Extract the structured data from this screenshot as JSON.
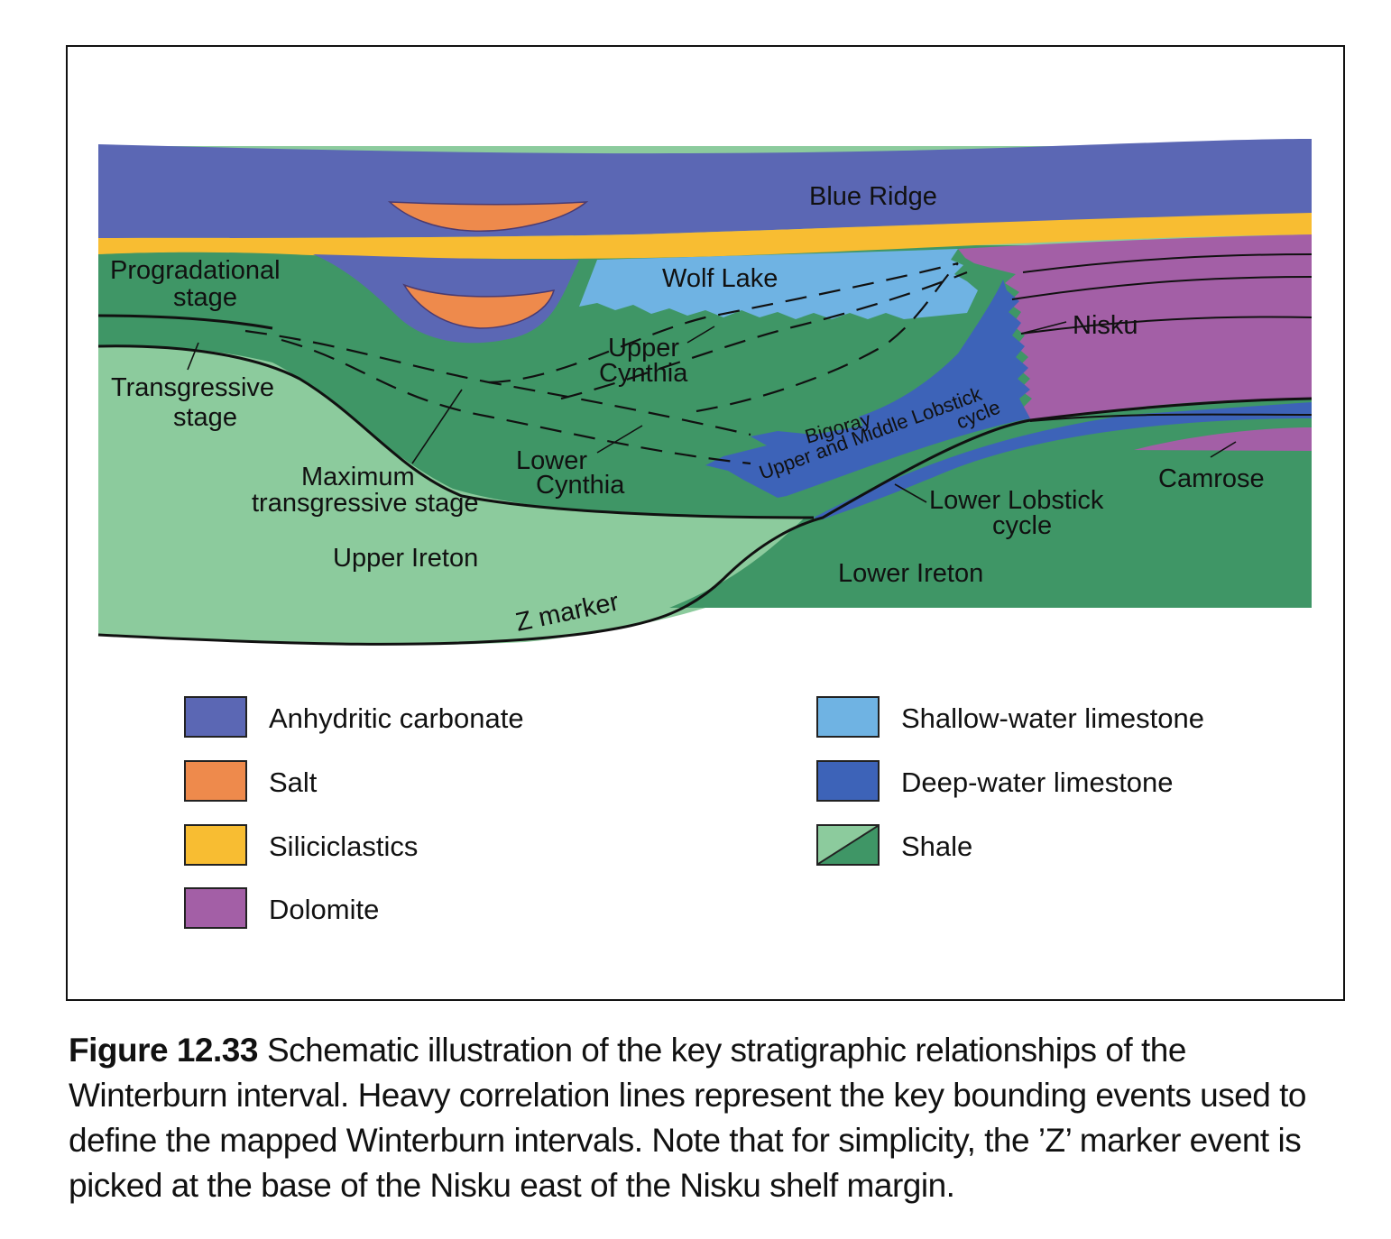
{
  "diagram": {
    "labels": {
      "blue_ridge": "Blue Ridge",
      "progradational_1": "Progradational",
      "progradational_2": "stage",
      "wolf_lake": "Wolf Lake",
      "nisku": "Nisku",
      "upper_cynthia_1": "Upper",
      "upper_cynthia_2": "Cynthia",
      "transgressive_1": "Transgressive",
      "transgressive_2": "stage",
      "bigoray": "Bigoray",
      "upper_middle_lobstick": "Upper and Middle Lobstick",
      "cycle_small": "cycle",
      "lower_cynthia_1": "Lower",
      "lower_cynthia_2": "Cynthia",
      "max_transgressive_1": "Maximum",
      "max_transgressive_2": "transgressive stage",
      "camrose": "Camrose",
      "lower_lobstick_1": "Lower Lobstick",
      "lower_lobstick_2": "cycle",
      "upper_ireton": "Upper Ireton",
      "lower_ireton": "Lower Ireton",
      "z_marker": "Z marker"
    }
  },
  "legend": {
    "items": [
      {
        "label": "Anhydritic carbonate",
        "color": "#5b67b4"
      },
      {
        "label": "Salt",
        "color": "#ee8a4c"
      },
      {
        "label": "Siliciclastics",
        "color": "#f8bd32"
      },
      {
        "label": "Dolomite",
        "color": "#a35fa6"
      },
      {
        "label": "Shallow-water limestone",
        "color": "#6fb3e3"
      },
      {
        "label": "Deep-water limestone",
        "color": "#3d63b8"
      },
      {
        "label": "Shale",
        "color": "#8ccb9d",
        "color2": "#3f9666"
      }
    ]
  },
  "caption": {
    "number": "Figure 12.33",
    "text": "Schematic illustration of the key stratigraphic relationships of the Winterburn interval. Heavy correlation lines represent the key bounding events used to define the mapped Winterburn intervals. Note that for simplicity, the ’Z’ marker event is picked at the base of the Nisku east of the Nisku shelf margin."
  }
}
